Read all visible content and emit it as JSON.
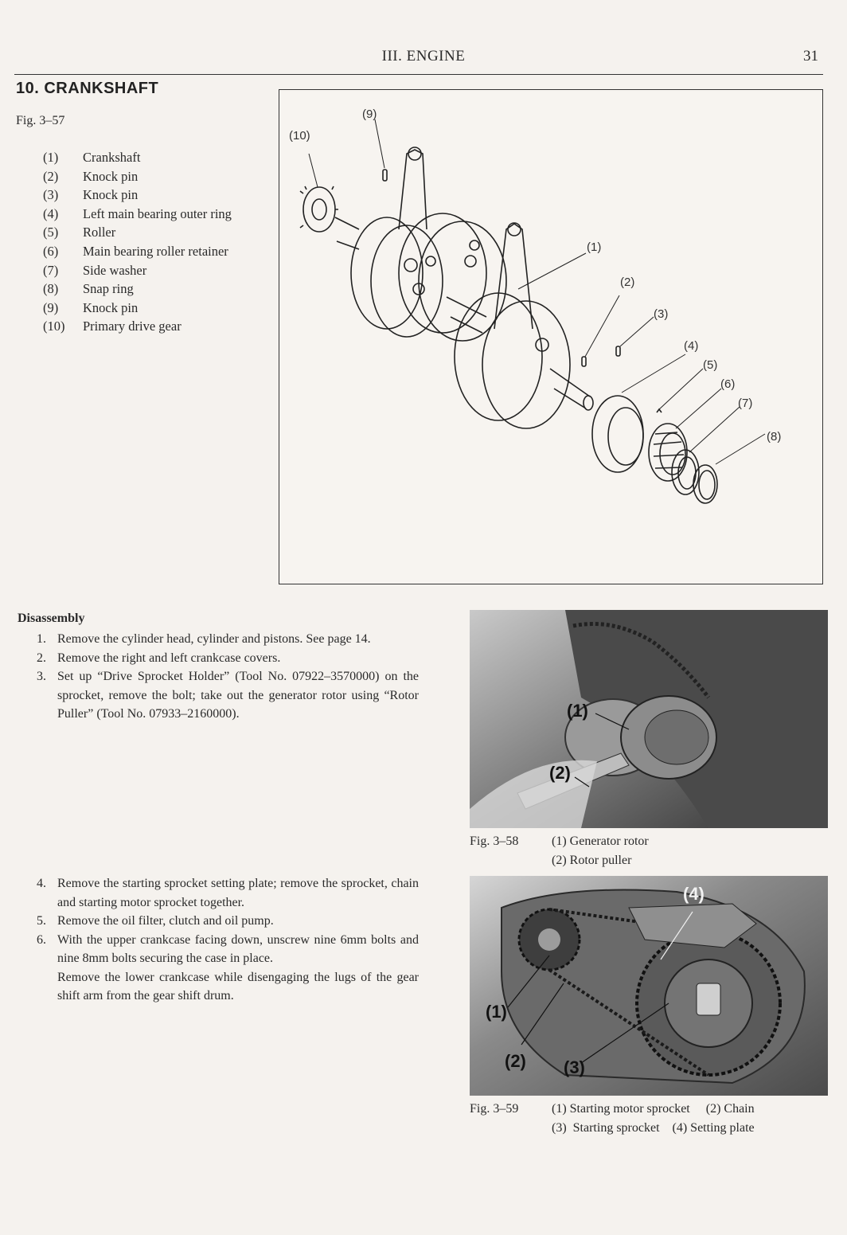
{
  "header": {
    "title": "III. ENGINE",
    "page_number": "31"
  },
  "section": {
    "title": "10.  CRANKSHAFT"
  },
  "fig57": {
    "ref": "Fig. 3–57",
    "parts": [
      {
        "num": "(1)",
        "name": "Crankshaft"
      },
      {
        "num": "(2)",
        "name": "Knock pin"
      },
      {
        "num": "(3)",
        "name": "Knock pin"
      },
      {
        "num": "(4)",
        "name": "Left main bearing outer ring"
      },
      {
        "num": "(5)",
        "name": "Roller"
      },
      {
        "num": "(6)",
        "name": "Main bearing roller retainer"
      },
      {
        "num": "(7)",
        "name": "Side washer"
      },
      {
        "num": "(8)",
        "name": "Snap ring"
      },
      {
        "num": "(9)",
        "name": "Knock pin"
      },
      {
        "num": "(10)",
        "name": "Primary drive gear"
      }
    ],
    "callouts": [
      "(1)",
      "(2)",
      "(3)",
      "(4)",
      "(5)",
      "(6)",
      "(7)",
      "(8)",
      "(9)",
      "(10)"
    ]
  },
  "disassembly": {
    "heading": "Disassembly",
    "steps_a": [
      {
        "num": "1.",
        "text": "Remove the cylinder head, cylinder and pistons. See page 14."
      },
      {
        "num": "2.",
        "text": "Remove the right and left crankcase covers."
      },
      {
        "num": "3.",
        "text": "Set up “Drive Sprocket Holder” (Tool No. 07922–3570000) on the sprocket, remove the bolt; take out the generator rotor using “Rotor Puller” (Tool No. 07933–2160000)."
      }
    ],
    "steps_b": [
      {
        "num": "4.",
        "text": "Remove the starting sprocket setting plate; remove the sprocket, chain and starting motor sprocket together."
      },
      {
        "num": "5.",
        "text": "Remove the oil filter, clutch and oil pump."
      },
      {
        "num": "6.",
        "text": "With the upper crankcase facing down, unscrew nine 6mm bolts and nine 8mm bolts securing the case in place."
      },
      {
        "num": "",
        "text": "Remove the lower crankcase while disengaging the lugs of the gear shift arm from the gear shift drum."
      }
    ]
  },
  "fig58": {
    "ref": "Fig. 3–58",
    "labels": [
      "(1)",
      "(2)"
    ],
    "caption_1": "(1) Generator rotor",
    "caption_2": "(2) Rotor puller"
  },
  "fig59": {
    "ref": "Fig. 3–59",
    "labels": [
      "(1)",
      "(2)",
      "(3)",
      "(4)"
    ],
    "caption_1": "(1) Starting motor sprocket     (2) Chain",
    "caption_2": "(3)  Starting sprocket    (4) Setting plate"
  }
}
